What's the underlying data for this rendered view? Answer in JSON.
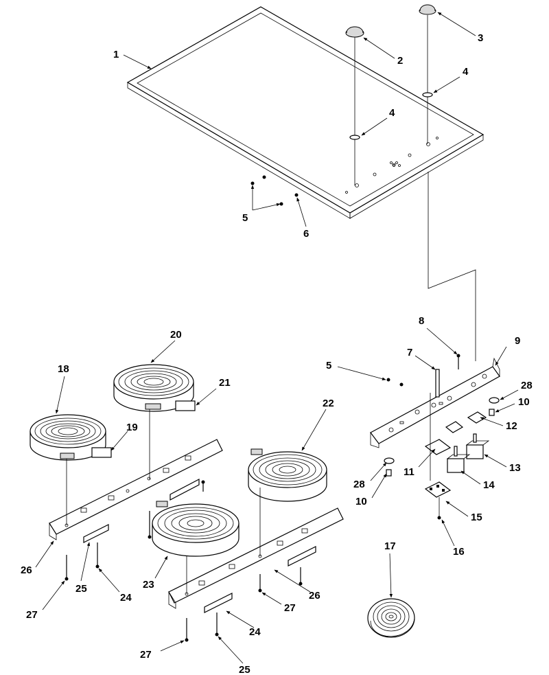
{
  "callouts": {
    "c1": "1",
    "c2": "2",
    "c3": "3",
    "c4a": "4",
    "c4b": "4",
    "c5a": "5",
    "c5b": "5",
    "c6": "6",
    "c7": "7",
    "c8": "8",
    "c9": "9",
    "c10a": "10",
    "c10b": "10",
    "c11": "11",
    "c12": "12",
    "c13": "13",
    "c14": "14",
    "c15": "15",
    "c16": "16",
    "c17": "17",
    "c18": "18",
    "c19": "19",
    "c20": "20",
    "c21": "21",
    "c22": "22",
    "c23": "23",
    "c24a": "24",
    "c24b": "24",
    "c25a": "25",
    "c25b": "25",
    "c26a": "26",
    "c26b": "26",
    "c27a": "27",
    "c27b": "27",
    "c27c": "27",
    "c28a": "28",
    "c28b": "28"
  }
}
